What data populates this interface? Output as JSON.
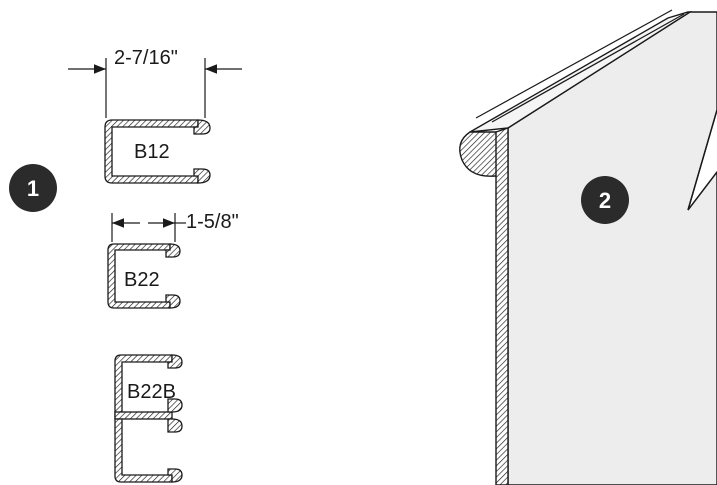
{
  "callouts": {
    "one": "1",
    "two": "2"
  },
  "profiles": {
    "b12": {
      "name": "B12",
      "width": "2-7/16\""
    },
    "b22": {
      "name": "B22",
      "width": "1-5/8\""
    },
    "b22b": {
      "name": "B22B"
    }
  },
  "colors": {
    "line": "#1a1a1a",
    "panel_fill": "#ededed",
    "badge_fill": "#2b2b2b"
  }
}
